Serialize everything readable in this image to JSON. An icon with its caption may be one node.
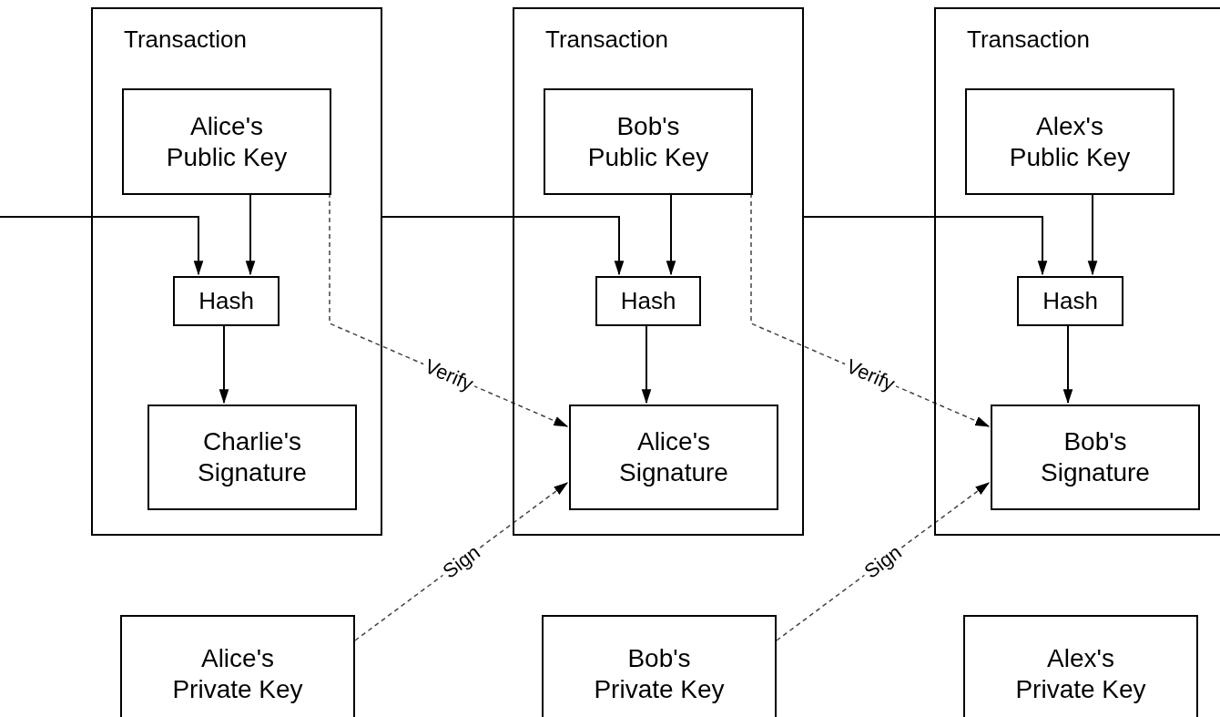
{
  "diagram": {
    "nodes": [
      {
        "text": [
          "Transaction"
        ]
      },
      {
        "text": [
          "Alice's Public Key"
        ],
        "in": 0
      },
      {
        "text": [
          "Hash"
        ],
        "in": 0
      },
      {
        "text": [
          "Charlie's Signature"
        ],
        "in": 0
      },
      {
        "text": [
          "Transaction"
        ]
      },
      {
        "text": [
          "Bob's Public Key"
        ],
        "in": 4
      },
      {
        "text": [
          "Hash"
        ],
        "in": 4
      },
      {
        "text": [
          "Alice's Signature"
        ],
        "in": 4
      },
      {
        "text": [
          "Transaction"
        ]
      },
      {
        "text": [
          "Alex's Public Key"
        ],
        "in": 8
      },
      {
        "text": [
          "Hash"
        ],
        "in": 8
      },
      {
        "text": [
          "Bob's Signature"
        ],
        "in": 8
      },
      {
        "text": [
          "Alice's Private Key"
        ]
      },
      {
        "text": [
          "Bob's Private Key"
        ]
      },
      {
        "text": [
          "Alex's Private Key"
        ]
      }
    ],
    "edges": [
      {
        "from": null,
        "to": 2,
        "arrow": "to"
      },
      {
        "from": 1,
        "to": 2,
        "arrow": "to"
      },
      {
        "from": 2,
        "to": 3,
        "arrow": "to"
      },
      {
        "from": 0,
        "to": 6,
        "arrow": "to"
      },
      {
        "from": 5,
        "to": 6,
        "arrow": "to"
      },
      {
        "from": 6,
        "to": 7,
        "arrow": "to"
      },
      {
        "from": 1,
        "to": 7,
        "arrow": "to",
        "label": "Verify",
        "style": "dashed"
      },
      {
        "from": 12,
        "to": 7,
        "arrow": "to",
        "label": "Sign",
        "style": "dashed"
      },
      {
        "from": 4,
        "to": 10,
        "arrow": "to"
      },
      {
        "from": 9,
        "to": 10,
        "arrow": "to"
      },
      {
        "from": 10,
        "to": 11,
        "arrow": "to"
      },
      {
        "from": 5,
        "to": 11,
        "arrow": "to",
        "label": "Verify",
        "style": "dashed"
      },
      {
        "from": 13,
        "to": 11,
        "arrow": "to",
        "label": "Sign",
        "style": "dashed"
      }
    ]
  }
}
